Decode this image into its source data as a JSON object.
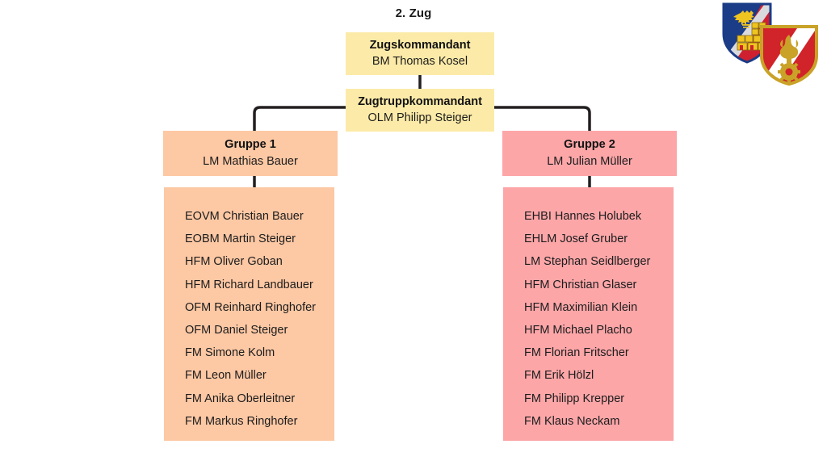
{
  "title": "2. Zug",
  "command": {
    "platoon_leader": {
      "role": "Zugskommandant",
      "person": "BM Thomas Kosel"
    },
    "platoon_troop_leader": {
      "role": "Zugtruppkommandant",
      "person": "OLM Philipp Steiger"
    }
  },
  "groups": [
    {
      "role": "Gruppe 1",
      "person": "LM Mathias Bauer",
      "members": [
        "EOVM Christian Bauer",
        "EOBM Martin Steiger",
        "HFM Oliver Goban",
        "HFM Richard Landbauer",
        "OFM Reinhard Ringhofer",
        "OFM Daniel Steiger",
        "FM Simone Kolm",
        "FM Leon Müller",
        "FM Anika Oberleitner",
        "FM Markus Ringhofer"
      ]
    },
    {
      "role": "Gruppe 2",
      "person": "LM Julian Müller",
      "members": [
        "EHBI Hannes Holubek",
        "EHLM Josef Gruber",
        "LM Stephan Seidlberger",
        "HFM Christian Glaser",
        "HFM Maximilian Klein",
        "HFM Michael Placho",
        "FM Florian Fritscher",
        "FM Erik Hölzl",
        "FM Philipp Krepper",
        "FM Klaus Neckam"
      ]
    }
  ],
  "emblems": [
    {
      "name": "municipal-coat-of-arms"
    },
    {
      "name": "fire-service-emblem"
    }
  ],
  "colors": {
    "command_box": "#fceba8",
    "group1_box": "#fdc8a4",
    "group2_box": "#fca6a8",
    "connector": "#231f20",
    "text": "#1c1c1c"
  }
}
